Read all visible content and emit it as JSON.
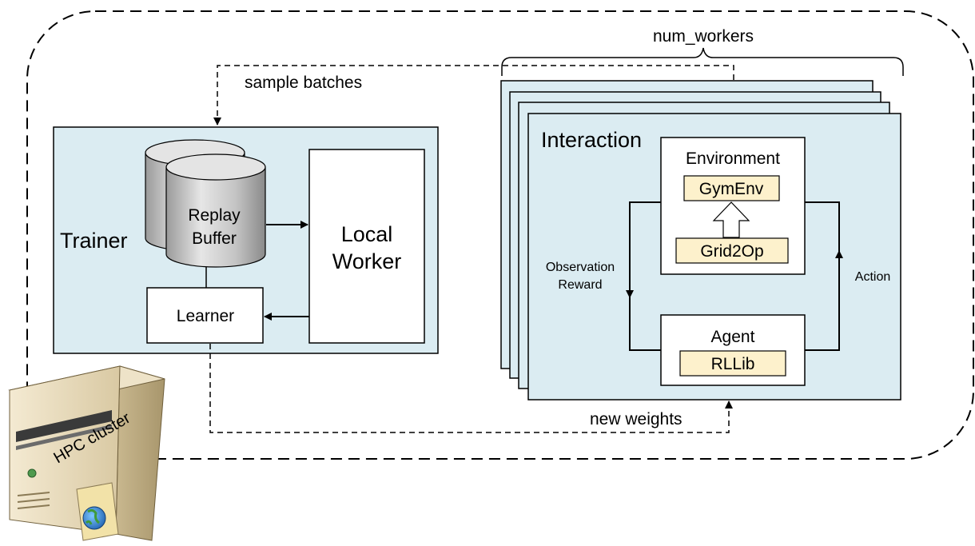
{
  "labels": {
    "num_workers": "num_workers",
    "sample_batches": "sample batches",
    "new_weights": "new weights",
    "trainer": "Trainer",
    "replay_buffer_line1": "Replay",
    "replay_buffer_line2": "Buffer",
    "local_worker_line1": "Local",
    "local_worker_line2": "Worker",
    "learner": "Learner",
    "interaction": "Interaction",
    "environment": "Environment",
    "gymenv": "GymEnv",
    "grid2op": "Grid2Op",
    "observation": "Observation",
    "reward": "Reward",
    "action": "Action",
    "agent": "Agent",
    "rllib": "RLLib",
    "hpc_cluster": "HPC cluster"
  },
  "colors": {
    "panel_fill": "#dbecf2",
    "tag_fill": "#fdf1cc",
    "server_body": "#e9dcc0",
    "stroke": "#000000"
  }
}
